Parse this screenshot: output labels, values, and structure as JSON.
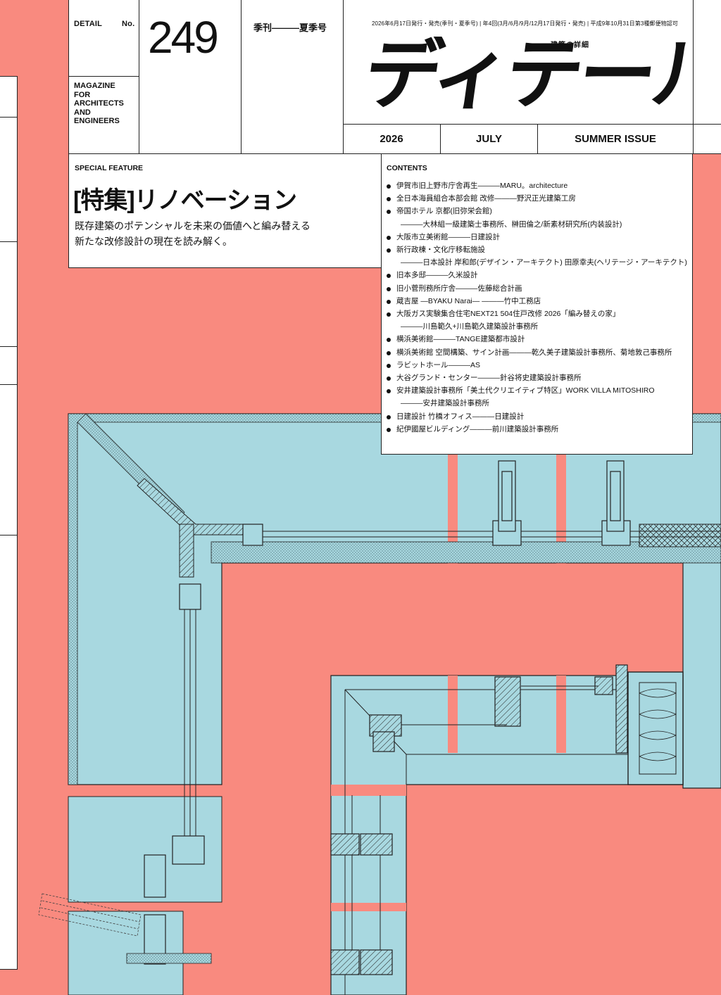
{
  "header": {
    "detail_label": "DETAIL",
    "no_label": "No.",
    "issue_number": "249",
    "magazine_for": [
      "MAGAZINE",
      "FOR",
      "ARCHITECTS",
      "AND",
      "ENGINEERS"
    ],
    "season_label": "季刊―――夏季号",
    "publication_info": "2026年6月17日発行・発売(季刊・夏季号) | 年4回(3月/6月/9月/12月17日発行・発売) | 平成9年10月31日第3種郵便物認可",
    "logo_subtitle": "建築の詳細",
    "logo": "ディテール",
    "year": "2026",
    "month": "JULY",
    "issue_label": "SUMMER ISSUE"
  },
  "feature": {
    "section_label": "SPECIAL FEATURE",
    "title": "[特集]リノベーション",
    "lead_1": "既存建築のポテンシャルを未来の価値へと編み替える",
    "lead_2": "新たな改修設計の現在を読み解く。"
  },
  "contents": {
    "section_label": "CONTENTS",
    "items": [
      {
        "main": "伊賀市旧上野市庁舎再生―――MARU。architecture"
      },
      {
        "main": "全日本海員組合本部会館 改修―――野沢正光建築工房"
      },
      {
        "main": "帝国ホテル 京都(旧弥栄会館)",
        "sub": "―――大林組一級建築士事務所、榊田倫之/新素材研究所(内装設計)"
      },
      {
        "main": "大阪市立美術館―――日建設計"
      },
      {
        "main": "新行政棟・文化庁移転施設",
        "sub": "―――日本設計 岸和郎(デザイン・アーキテクト) 田原幸夫(ヘリテージ・アーキテクト)"
      },
      {
        "main": "旧本多邸―――久米設計"
      },
      {
        "main": "旧小菅刑務所庁舎―――佐藤総合計画"
      },
      {
        "main": "蔵吉屋 ―BYAKU Narai― ―――竹中工務店"
      },
      {
        "main": "大阪ガス実験集合住宅NEXT21 504住戸改修 2026「編み替えの家」",
        "sub": "―――川島範久+川島範久建築設計事務所"
      },
      {
        "main": "横浜美術館―――TANGE建築都市設計"
      },
      {
        "main": "横浜美術館 空間構築、サイン計画―――乾久美子建築設計事務所、菊地敦己事務所"
      },
      {
        "main": "ラビットホール―――AS"
      },
      {
        "main": "大谷グランド・センター―――針谷将史建築設計事務所"
      },
      {
        "main": "安井建築設計事務所「美土代クリエイティブ特区」WORK VILLA MITOSHIRO",
        "sub": "―――安井建築設計事務所"
      },
      {
        "main": "日建設計 竹橋オフィス―――日建設計"
      },
      {
        "main": "紀伊國屋ビルディング―――前川建築設計事務所"
      }
    ]
  },
  "colors": {
    "background": "#f98a7f",
    "drawing_fill": "#a8d8e0",
    "line": "#222222",
    "paper": "#ffffff"
  }
}
